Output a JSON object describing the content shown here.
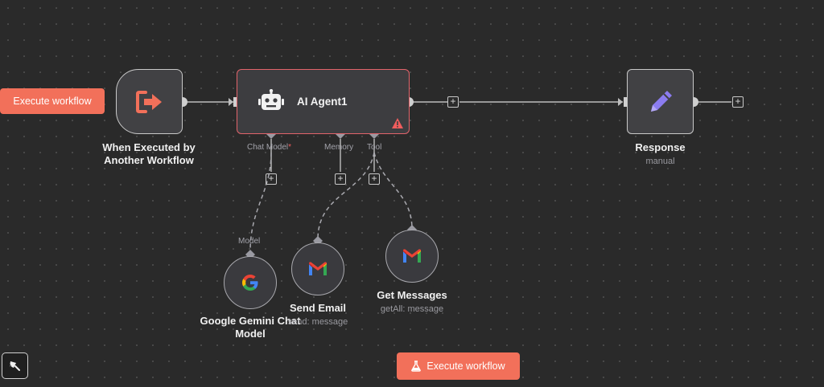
{
  "buttons": {
    "execute_left": "Execute workflow",
    "execute_bottom": "Execute workflow"
  },
  "nodes": {
    "trigger": {
      "title_line1": "When Executed by",
      "title_line2": "Another Workflow",
      "icon": "sign-out-icon"
    },
    "agent": {
      "title": "AI Agent1",
      "icon": "robot-icon",
      "warning_icon": "warning-icon"
    },
    "response": {
      "title": "Response",
      "subtitle": "manual",
      "icon": "pencil-icon"
    },
    "gemini": {
      "title_line1": "Google Gemini Chat",
      "title_line2": "Model",
      "icon": "google-g-icon"
    },
    "send_email": {
      "title": "Send Email",
      "subtitle": "send: message",
      "icon": "gmail-icon"
    },
    "get_messages": {
      "title": "Get Messages",
      "subtitle": "getAll: message",
      "icon": "gmail-icon"
    }
  },
  "ports": {
    "chat_model": "Chat Model",
    "required_mark": "*",
    "memory": "Memory",
    "tool": "Tool",
    "model": "Model"
  },
  "plus_glyph": "+",
  "colors": {
    "accent_orange": "#f2705a",
    "agent_border": "#e2646b",
    "pencil": "#8b7cf0"
  }
}
